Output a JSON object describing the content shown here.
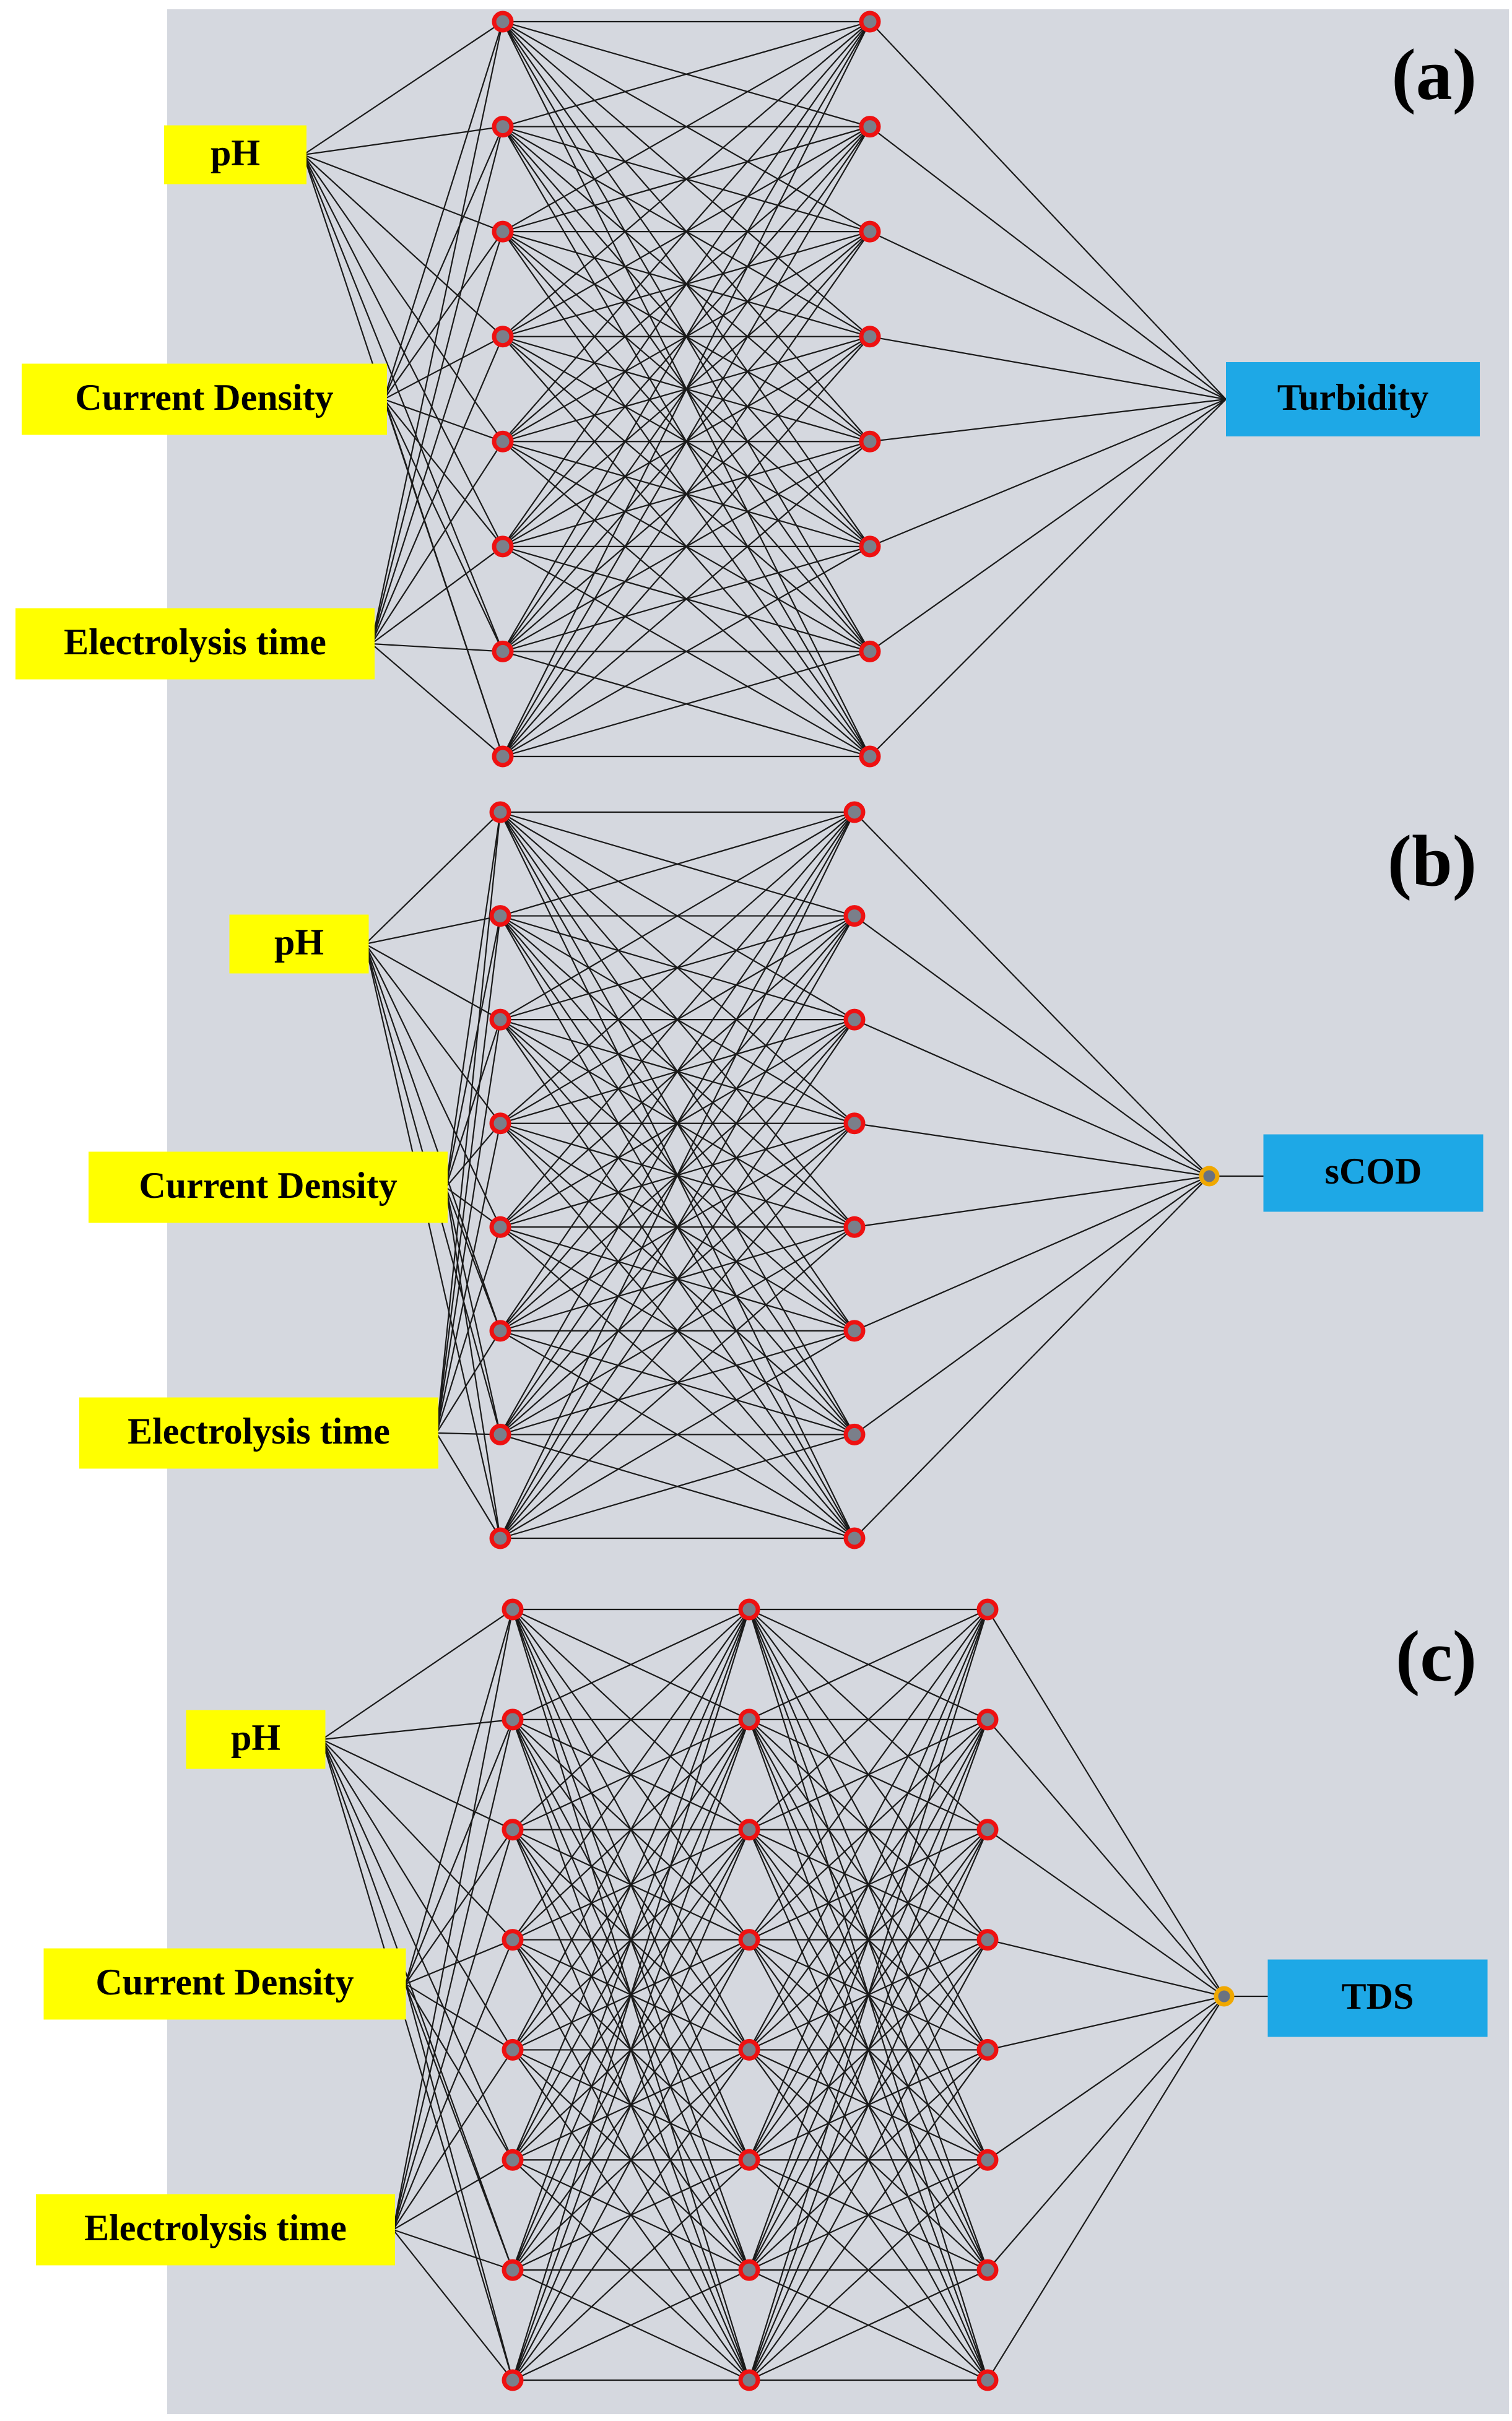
{
  "panels": [
    {
      "tag": "(a)",
      "inputs": [
        "pH",
        "Current Density",
        "Electrolysis time"
      ],
      "hidden_layers": [
        8,
        8
      ],
      "output": "Turbidity",
      "output_node": false
    },
    {
      "tag": "(b)",
      "inputs": [
        "pH",
        "Current Density",
        "Electrolysis time"
      ],
      "hidden_layers": [
        8,
        8
      ],
      "output": "sCOD",
      "output_node": true
    },
    {
      "tag": "(c)",
      "inputs": [
        "pH",
        "Current Density",
        "Electrolysis time"
      ],
      "hidden_layers": [
        8,
        8,
        8
      ],
      "output": "TDS",
      "output_node": true
    }
  ],
  "colors": {
    "background": "#d5d8df",
    "input_box": "#ffff00",
    "output_box": "#1ea8e6",
    "hidden_node_stroke": "#ee1111",
    "output_node_stroke": "#f0a800",
    "edge": "#1a1a1a"
  }
}
